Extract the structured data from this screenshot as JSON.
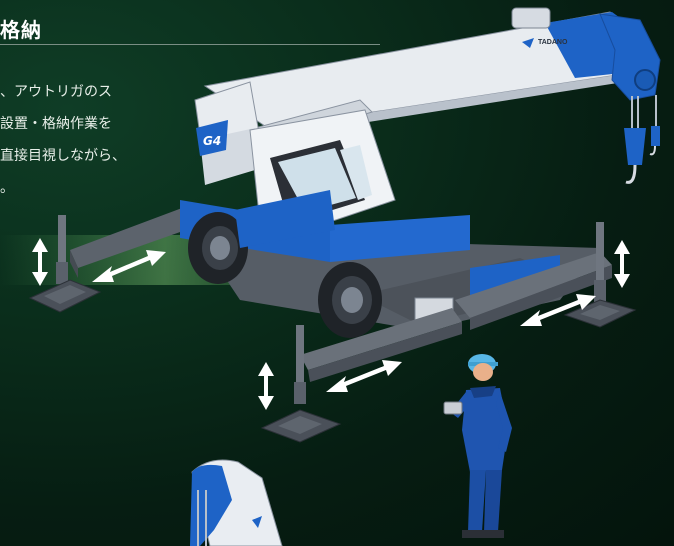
{
  "section": {
    "heading": "格納",
    "body": "、アウトリガのス\n設置・格納作業を\n直接目視しながら、\n。"
  },
  "crane": {
    "brand": "TADANO",
    "model_badge": "G4",
    "colors": {
      "body": "#e9edf2",
      "accent": "#1e63c6",
      "dark": "#2b2f36",
      "frame": "#6f7680",
      "background": "#0a2d1b"
    }
  },
  "icons": [
    "vertical-arrow-icon",
    "horizontal-arrow-icon",
    "tadano-logo-icon"
  ]
}
